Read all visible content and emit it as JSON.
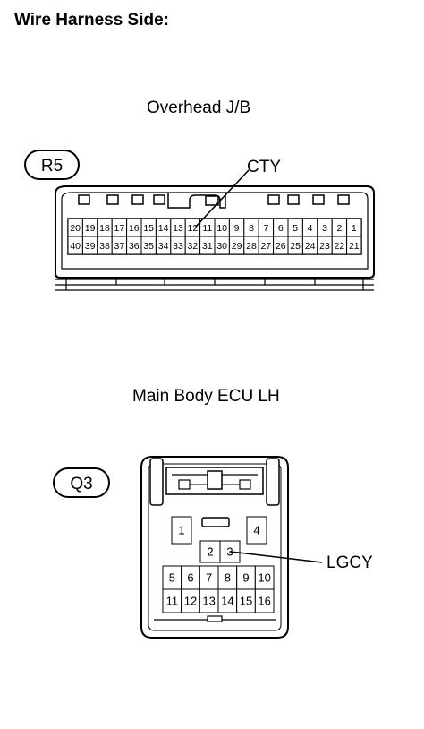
{
  "title": "Wire Harness Side:",
  "connectors": [
    {
      "id": "R5",
      "name": "Overhead J/B",
      "rows": [
        [
          "20",
          "19",
          "18",
          "17",
          "16",
          "15",
          "14",
          "13",
          "12",
          "11",
          "10",
          "9",
          "8",
          "7",
          "6",
          "5",
          "4",
          "3",
          "2",
          "1"
        ],
        [
          "40",
          "39",
          "38",
          "37",
          "36",
          "35",
          "34",
          "33",
          "32",
          "31",
          "30",
          "29",
          "28",
          "27",
          "26",
          "25",
          "24",
          "23",
          "22",
          "21"
        ]
      ],
      "callout": {
        "label": "CTY"
      }
    },
    {
      "id": "Q3",
      "name": "Main Body ECU LH",
      "pins": {
        "top": [
          "1",
          "4"
        ],
        "middle": [
          "2",
          "3"
        ],
        "row1": [
          "5",
          "6",
          "7",
          "8",
          "9",
          "10"
        ],
        "row2": [
          "11",
          "12",
          "13",
          "14",
          "15",
          "16"
        ]
      },
      "callout": {
        "label": "LGCY"
      }
    }
  ]
}
